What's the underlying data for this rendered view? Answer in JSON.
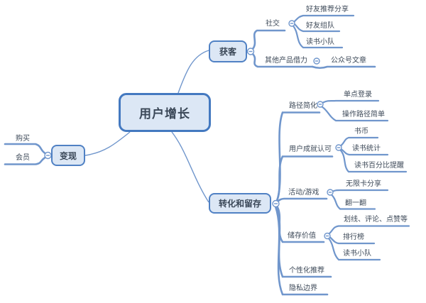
{
  "colors": {
    "line": "#7096cc",
    "topic_border": "#5081c4",
    "root_border": "#4479c0",
    "topic_fill": "#dce7f5",
    "text": "#3e4a59"
  },
  "mindmap": {
    "root": {
      "label": "用户增长"
    },
    "branches": [
      {
        "label": "变现",
        "children": [
          {
            "label": "购买"
          },
          {
            "label": "会员"
          }
        ]
      },
      {
        "label": "获客",
        "children": [
          {
            "label": "社交",
            "children": [
              {
                "label": "好友推荐分享"
              },
              {
                "label": "好友组队"
              },
              {
                "label": "读书小队"
              }
            ]
          },
          {
            "label": "其他产品借力",
            "children": [
              {
                "label": "公众号文章"
              }
            ]
          }
        ]
      },
      {
        "label": "转化和留存",
        "children": [
          {
            "label": "路径简化",
            "children": [
              {
                "label": "单点登录"
              },
              {
                "label": "操作路径简单"
              }
            ]
          },
          {
            "label": "用户成就认可",
            "children": [
              {
                "label": "书币"
              },
              {
                "label": "读书统计"
              },
              {
                "label": "读书百分比提醒"
              }
            ]
          },
          {
            "label": "活动/游戏",
            "children": [
              {
                "label": "无限卡分享"
              },
              {
                "label": "翻一翻"
              }
            ]
          },
          {
            "label": "储存价值",
            "children": [
              {
                "label": "划线、评论、点赞等"
              },
              {
                "label": "排行榜"
              },
              {
                "label": "读书小队"
              }
            ]
          },
          {
            "label": "个性化推荐"
          },
          {
            "label": "隐私边界"
          }
        ]
      }
    ]
  }
}
